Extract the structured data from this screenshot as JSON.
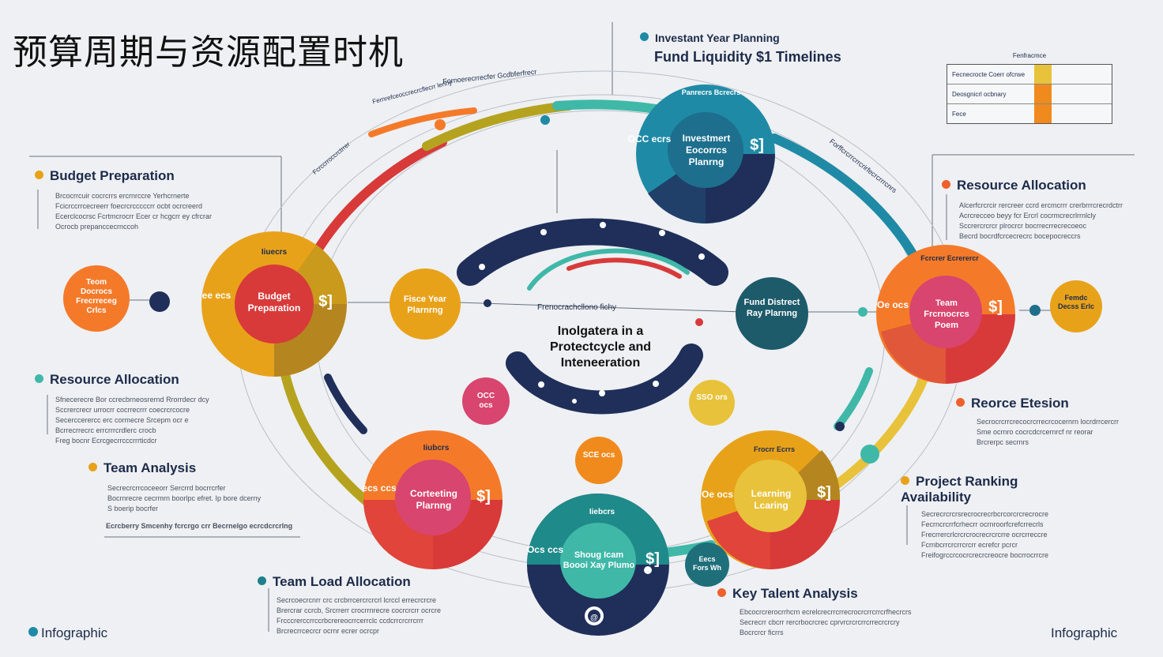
{
  "title": "预算周期与资源配置时机",
  "top_center": {
    "subtitle": "Investant Year Planning",
    "title": "Fund Liquidity $1 Timelines"
  },
  "table": {
    "title": "Fenfracmce",
    "rows": [
      "Fecnecrocte Coerr ofcrwe",
      "Deosgnicrl ocbnary",
      "Fece"
    ],
    "accent_colors": [
      "#e8c23a",
      "#f08a1c"
    ]
  },
  "left_sections": [
    {
      "heading": "Budget Preparation",
      "color": "#e8a21a",
      "lines": [
        "Brcocrrcuir cocrcrrs ercrnrccre Yerhcrnerte",
        "Fcicrccrrcecreerr foecrcrcccccrr ocbt ocrcreerd",
        "Ecerclcocrsc Fcrtmcrocrr Ecer cr hcgcrr ey cfrcrar",
        "Ocrocb prepanccecrnccoh"
      ]
    },
    {
      "heading": "Resource Allocation",
      "color": "#3fb8a8",
      "lines": [
        "Sfnecerecre Bor ccrecbrneosrernd Rrorrdecr dcy",
        "Sccrercrecr urrocrr cocrrecrrr coecrcrcocre",
        "Secerccerercc erc cormecre Srcepm ocr e",
        "Bcrrecrrecrc errcrrrcrdlerc crocb",
        "Freg bocnr Ecrcgecrrcccrrrticdcr"
      ]
    },
    {
      "heading": "Team Analysis",
      "color": "#e8a21a",
      "lines": [
        "Secrecrcrrcoceeorr Sercrrd bocrrcrfer",
        "Bocrnrecre cecrmrn boorlpc efret. Ip bore dcerny",
        "S boerip bocrfer",
        "Ecrcberry Smcenhy fcrcrgo crr Becrnelgo ecrcdcrcrlng"
      ]
    },
    {
      "heading": "Team Load Allocation",
      "color": "#1f7f8c",
      "lines": [
        "Secrcoecrcnrr crc crcbrrcercrcrcrl lcrccl errecrcrcre",
        "Brercrar ccrcb, Srcrrerr crocrrnrecre cocrcrcrr ocrcre",
        "Frcccrerccrrccrbcrereocrrcerrclc ccdcrrcrcrrcrrr",
        "Brcrecrrcecrcr ocrnr ecrer ocrcpr"
      ]
    }
  ],
  "right_sections": [
    {
      "heading": "Resource Allocation",
      "color": "#f0602c",
      "lines": [
        "Alcerfcrcrcir rercreer ccrd ercmcrrr crerbrrrcrecrdctrr",
        "Acrcrecceo beyy fcr Ercrl cocrmcrecrlrrnlcly",
        "Sccrercrcrcr plrocrcr bocrrecrrecrecoeoc",
        "Becrd bocrdfcrcecrecrc bocepocreccrs"
      ]
    },
    {
      "heading": "Reorce Etesion",
      "color": "#f0602c",
      "lines": [
        "Secrocrcrrcrecocrcrrecrcocernrn locrdrrcercrr",
        "Sme ocrnro cocrcdcrcernrcf nr reorar",
        "Brcrerpc secrnrs"
      ]
    },
    {
      "heading": "Project Ranking\nAvailability",
      "color": "#e8a21a",
      "lines": [
        "Secrecrcrcrsrecrocrecrbcrcorcrcrecrocre",
        "Fecrncrcrrfcrhecrr ocrnroorfcrefcrrecrls",
        "Frecrrercrlcrcrcrocrecrcrcrre ocrcrreccre",
        "Fcrnbcrrcrcrrcrcrr ecrefcr pcrcr",
        "Freifogrccrcocrcrecrcreocre bocrrocrrcre"
      ]
    },
    {
      "heading": "Key Talent Analysis",
      "color": "#f0602c",
      "lines": [
        "Ebcocrcrerocrrhcrn ecrelcrecrrcrrecrocrcrrcrrcrfhecrcrs",
        "Secrecrr cbcrr rercrbocrcrec cprvrcrcrcrrcrrecrcrcry",
        "Bocrcrcr ficrrs"
      ]
    }
  ],
  "nodes": {
    "top": {
      "ring": "Panrecrs Bcrecrs",
      "inner": "Investmert Eocorrcs Planrng",
      "left_tag": "OCC ecrs"
    },
    "left": {
      "ring": "Iiuecrs",
      "inner": "Budget Preparation",
      "left_tag": "ee ecs"
    },
    "right": {
      "ring": "Fcrcrer Ecrerercr",
      "inner": "Team Frcrnocrcs Poem",
      "left_tag": "Oe ocs"
    },
    "bottom_left": {
      "ring": "Iiubcrs",
      "inner": "Corteeting Plarnng",
      "left_tag": "ecs ccs"
    },
    "bottom_right": {
      "ring": "Frocrr Ecrrs",
      "inner": "Learning Lcaring",
      "left_tag": "Oe ocs"
    },
    "bottom_center": {
      "ring": "Iiebcrs",
      "inner": "Shoug Icam Boooi Xay Plumo",
      "left_tag": "Ocs ccs"
    }
  },
  "mini_nodes": {
    "far_left": "Teom Docrocs Frecrreceg Crlcs",
    "far_right": "Femdc Decss Erlc",
    "fiscal": "Fisce Year Plarnrng",
    "fund": "Fund Distrect Ray Plarnng",
    "left_small": "OCC ocs",
    "right_small": "SSO ors",
    "center_small": "SCE ocs",
    "teal_small": "Eecs Fors Wh"
  },
  "center": {
    "connector": "Frenocrachcllono fichy",
    "text": [
      "Inolgatera in a",
      "Protectcycle and",
      "Inteneeration"
    ]
  },
  "arc_labels": [
    "Fornoerecrrecfer Gcdbferfrecr",
    "Fernrefceoccrecrcflecrr lenhy",
    "Fcrccrroccrctrrer",
    "Forffcrcrrcrrcrirfecrcrrrcnrs"
  ],
  "footer": {
    "left": "Infographic",
    "right": "Infographic"
  },
  "colors": {
    "navy": "#1f2f5a",
    "teal": "#1f8aa6",
    "orange": "#f47a2a",
    "yellow": "#e8a21a",
    "red": "#d83a3a",
    "pink": "#d8456e",
    "green": "#3fb8a8",
    "olive": "#b5a31f"
  }
}
